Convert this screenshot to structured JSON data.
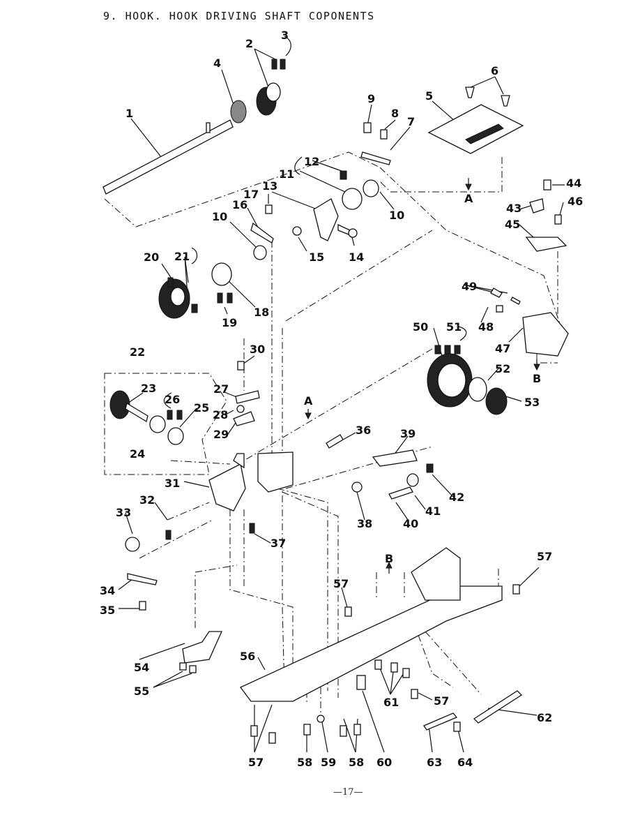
{
  "title": "9. HOOK. HOOK DRIVING SHAFT COPONENTS",
  "page_number": "—17—",
  "ref_a": "A",
  "ref_b": "B",
  "callouts": [
    "1",
    "2",
    "3",
    "4",
    "5",
    "6",
    "7",
    "8",
    "9",
    "10",
    "11",
    "12",
    "13",
    "14",
    "15",
    "16",
    "17",
    "18",
    "19",
    "20",
    "21",
    "22",
    "23",
    "24",
    "25",
    "26",
    "27",
    "28",
    "29",
    "30",
    "31",
    "32",
    "33",
    "34",
    "35",
    "36",
    "37",
    "38",
    "39",
    "40",
    "41",
    "42",
    "43",
    "44",
    "45",
    "46",
    "47",
    "48",
    "49",
    "50",
    "51",
    "52",
    "53",
    "54",
    "55",
    "56",
    "57",
    "58",
    "59",
    "60",
    "61",
    "62",
    "63",
    "64"
  ]
}
